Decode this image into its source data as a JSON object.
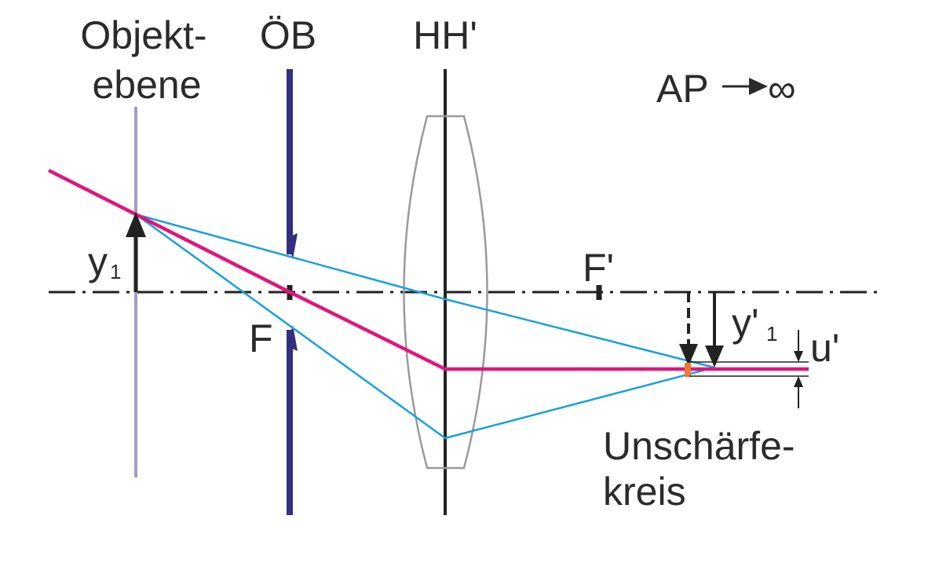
{
  "labels": {
    "object_plane_1": "Objekt-",
    "object_plane_2": "ebene",
    "aperture_stop": "ÖB",
    "principal_planes": "HH'",
    "ap_prefix": "AP",
    "infinity": "∞",
    "object_height": "y",
    "object_height_sub": "1",
    "focal_point_front": "F",
    "focal_point_back": "F'",
    "image_height": "y'",
    "image_height_sub": "1",
    "blur_size": "u'",
    "blur_circle_1": "Unschärfe-",
    "blur_circle_2": "kreis"
  },
  "colors": {
    "text": "#2b2b2b",
    "axis": "#222222",
    "object_plane": "#a09cc8",
    "aperture_stop": "#34307e",
    "chief_ray": "#e0167a",
    "marginal_rays": "#1aa0dc",
    "lens_outline": "#9a9a9a",
    "blur_marker": "#f07830"
  },
  "icons": {
    "arrow_right": "arrow-right-icon",
    "infinity": "infinity-symbol"
  }
}
